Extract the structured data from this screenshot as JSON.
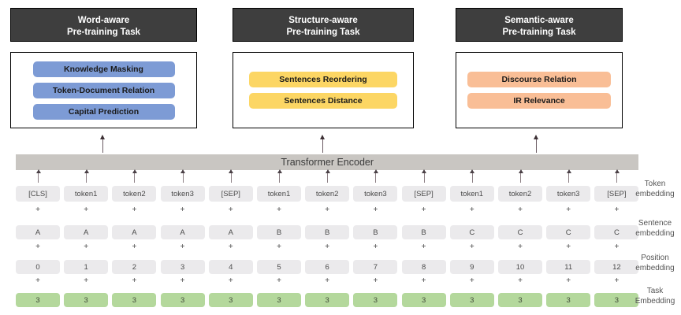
{
  "tasks": [
    {
      "id": "word-aware",
      "title_line1": "Word-aware",
      "title_line2": "Pre-training Task",
      "pill_color": "#7d9bd5",
      "items": [
        "Knowledge Masking",
        "Token-Document Relation",
        "Capital Prediction"
      ]
    },
    {
      "id": "structure-aware",
      "title_line1": "Structure-aware",
      "title_line2": "Pre-training Task",
      "pill_color": "#fcd664",
      "items": [
        "Sentences Reordering",
        "Sentences Distance"
      ]
    },
    {
      "id": "semantic-aware",
      "title_line1": "Semantic-aware",
      "title_line2": "Pre-training Task",
      "pill_color": "#f9be96",
      "items": [
        "Discourse Relation",
        "IR Relevance"
      ]
    }
  ],
  "encoder": {
    "label": "Transformer Encoder",
    "color": "#c9c6c2"
  },
  "embeddings": {
    "row_labels": [
      {
        "line1": "Token",
        "line2": "embedding"
      },
      {
        "line1": "Sentence",
        "line2": "embedding"
      },
      {
        "line1": "Position",
        "line2": "embedding"
      },
      {
        "line1": "Task",
        "line2": "Embedding"
      }
    ],
    "plus_symbol": "+",
    "token": [
      "[CLS]",
      "token1",
      "token2",
      "token3",
      "[SEP]",
      "token1",
      "token2",
      "token3",
      "[SEP]",
      "token1",
      "token2",
      "token3",
      "[SEP]"
    ],
    "sentence": [
      "A",
      "A",
      "A",
      "A",
      "A",
      "B",
      "B",
      "B",
      "B",
      "C",
      "C",
      "C",
      "C"
    ],
    "position": [
      "0",
      "1",
      "2",
      "3",
      "4",
      "5",
      "6",
      "7",
      "8",
      "9",
      "10",
      "11",
      "12"
    ],
    "task": [
      "3",
      "3",
      "3",
      "3",
      "3",
      "3",
      "3",
      "3",
      "3",
      "3",
      "3",
      "3",
      "3"
    ],
    "grey_color": "#ebeaec",
    "green_color": "#b4d89c"
  }
}
